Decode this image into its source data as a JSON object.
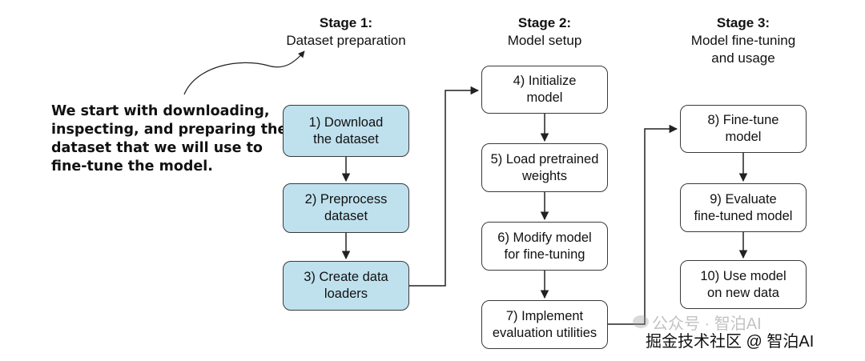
{
  "stages": [
    {
      "title": "Stage 1:",
      "subtitle": [
        "Dataset preparation"
      ]
    },
    {
      "title": "Stage 2:",
      "subtitle": [
        "Model setup"
      ]
    },
    {
      "title": "Stage 3:",
      "subtitle": [
        "Model fine-tuning",
        "and usage"
      ]
    }
  ],
  "steps": [
    {
      "id": 1,
      "lines": [
        "1) Download",
        "the dataset"
      ],
      "highlight": true
    },
    {
      "id": 2,
      "lines": [
        "2) Preprocess",
        "dataset"
      ],
      "highlight": true
    },
    {
      "id": 3,
      "lines": [
        "3) Create data",
        "loaders"
      ],
      "highlight": true
    },
    {
      "id": 4,
      "lines": [
        "4) Initialize",
        "model"
      ],
      "highlight": false
    },
    {
      "id": 5,
      "lines": [
        "5) Load pretrained",
        "weights"
      ],
      "highlight": false
    },
    {
      "id": 6,
      "lines": [
        "6) Modify model",
        "for fine-tuning"
      ],
      "highlight": false
    },
    {
      "id": 7,
      "lines": [
        "7) Implement",
        "evaluation utilities"
      ],
      "highlight": false
    },
    {
      "id": 8,
      "lines": [
        "8) Fine-tune",
        "model"
      ],
      "highlight": false
    },
    {
      "id": 9,
      "lines": [
        "9) Evaluate",
        "fine-tuned model"
      ],
      "highlight": false
    },
    {
      "id": 10,
      "lines": [
        "10) Use model",
        "on new data"
      ],
      "highlight": false
    }
  ],
  "annotation": {
    "lines": [
      "We start with downloading,",
      "inspecting, and preparing the",
      "dataset that we will use to",
      "fine-tune the model."
    ]
  },
  "watermark": {
    "line1": "公众号 · 智泊AI",
    "line2": "掘金技术社区 @ 智泊AI"
  },
  "colors": {
    "highlight_fill": "#bfe1ee",
    "box_fill": "#ffffff",
    "stroke": "#3a3a3a"
  }
}
